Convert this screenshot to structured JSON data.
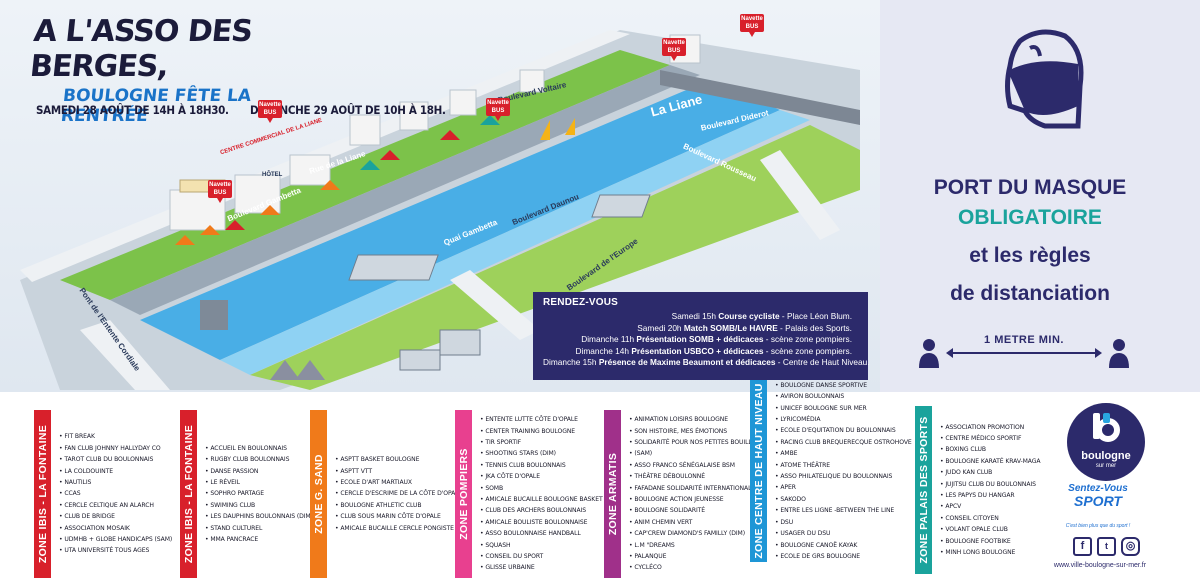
{
  "hero": {
    "line1": "A L'ASSO DES BERGES,",
    "line2": "BOULOGNE FÊTE LA RENTRÉE",
    "date1": "SAMEDI 28 AOÛT DE 14H À 18H30.",
    "date2": "DIMANCHE 29 AOÛT DE 10H À 18H."
  },
  "map": {
    "streets": [
      "Boulevard Voltaire",
      "Boulevard Diderot",
      "Rue de la Liane",
      "Boulevard Gambetta",
      "Quai Gambetta",
      "Boulevard Daunou",
      "Boulevard de l'Europe",
      "Boulevard Rousseau",
      "Pont de l'Entente Cordiale",
      "La Liane"
    ],
    "landmarks": [
      "CENTRE COMMERCIAL DE LA LIANE",
      "HÔTEL"
    ],
    "bus_label": "Navette BUS"
  },
  "rendezvous": {
    "title": "RENDEZ-VOUS",
    "items": [
      {
        "prefix": "Samedi 15h",
        "bold": "Course cycliste",
        "suffix": " - Place Léon Blum."
      },
      {
        "prefix": "Samedi 20h",
        "bold": "Match SOMB/Le HAVRE",
        "suffix": " - Palais des Sports."
      },
      {
        "prefix": "Dimanche 11h",
        "bold": "Présentation SOMB + dédicaces",
        "suffix": " - scène zone pompiers."
      },
      {
        "prefix": "Dimanche 14h",
        "bold": "Présentation USBCO + dédicaces",
        "suffix": " - scène zone pompiers."
      },
      {
        "prefix": "Dimanche 15h",
        "bold": "Présence de Maxime Beaumont et dédicaces",
        "suffix": " - Centre de Haut Niveau."
      }
    ]
  },
  "mask": {
    "line1": "PORT DU MASQUE",
    "line2": "OBLIGATOIRE",
    "line3": "et les règles",
    "line4": "de distanciation",
    "distance": "1 METRE MIN."
  },
  "zones": [
    {
      "title": "ZONE IBIS - LA FONTAINE",
      "color": "#d8202b",
      "items": [
        "FIT BREAK",
        "FAN CLUB JOHNNY HALLYDAY CO",
        "TAROT CLUB DU BOULONNAIS",
        "LA COLDOUINTE",
        "NAUTILIS",
        "CCAS",
        "CERCLE CELTIQUE AN ALARCH",
        "CLUB DE BRIDGE",
        "ASSOCIATION MOSAIK",
        "UDMHB + GLOBE HANDICAPS  (SAM)",
        "UTA  UNIVERSITÉ TOUS AGES"
      ]
    },
    {
      "title": "ZONE IBIS - LA FONTAINE",
      "color": "#d8202b",
      "items": [
        "ACCUEIL EN BOULONNAIS",
        "RUGBY CLUB BOULONNAIS",
        "DANSE PASSION",
        "LE RÉVEIL",
        "SOPHRO PARTAGE",
        "SWIMING CLUB",
        "LES DAUPHINS BOULONNAIS  (DIM)",
        "STAND CULTUREL",
        "MMA PANCRACE"
      ]
    },
    {
      "title": "ZONE G. SAND",
      "color": "#f07a1a",
      "items": [
        "ASPTT BASKET BOULOGNE",
        "ASPTT VTT",
        "ECOLE D'ART MARTIAUX",
        "CERCLE D'ESCRIME DE LA CÔTE D'OPALE",
        "BOULOGNE ATHLETIC CLUB",
        "CLUB SOUS MARIN CÔTE D'OPALE",
        "AMICALE BUCAILLE CERCLE PONGISTE"
      ]
    },
    {
      "title": "ZONE POMPIERS",
      "color": "#e8408f",
      "items": [
        "ENTENTE LUTTE CÔTE D'OPALE",
        "CENTER TRAINING BOULOGNE",
        "TIR SPORTIF",
        "SHOOTING STARS (DIM)",
        "TENNIS CLUB BOULONNAIS",
        "JKA CÔTE D'OPALE",
        "SOMB",
        "AMICALE BUCAILLE BOULOGNE BASKET",
        "CLUB DES ARCHERS BOULONNAIS",
        "AMICALE BOULISTE  BOULONNAISE",
        "ASSO BOULONNAISE HANDBALL",
        "SQUASH",
        "CONSEIL  DU SPORT",
        "GLISSE URBAINE"
      ]
    },
    {
      "title": "ZONE ARMATIS",
      "color": "#a0308a",
      "items": [
        "ANIMATION LOISIRS BOULOGNE",
        "SON HISTOIRE, MES ÉMOTIONS",
        "SOLIDARITÉ POUR NOS PETITES BOUILLES",
        "(SAM)",
        "ASSO FRANCO SÉNÉGALAISE BSM",
        "THÉÂTRE DÉBOULONNÉ",
        "FAFADANE SOLIDARITÉ INTERNATIONALE",
        "BOULOGNE ACTION JEUNESSE",
        "BOULOGNE SOLIDARITÉ",
        "ANIM CHEMIN VERT",
        "CAP'CREW DIAMOND'S FAMILLY  (DIM)",
        "L.M \"DREAMS",
        "PALANQUE",
        "CYCLÉCO"
      ]
    },
    {
      "title": "ZONE CENTRE DE HAUT NIVEAU",
      "color": "#1e96d6",
      "items": [
        "BOULOGNE DANSE SPORTIVE",
        "AVIRON BOULONNAIS",
        "UNICEF  BOULOGNE SUR MER",
        "LYRICOMÉDIA",
        "ECOLE D'EQUITATION DU BOULONNAIS",
        "RACING CLUB BREQUERECQUE OSTROHOVE",
        "AMBE",
        "ATOME  THÉÂTRE",
        "ASSO PHILATELIQUE DU BOULONNAIS",
        "APER",
        "SAKODO",
        "ENTRE LES LIGNE -BETWEEN THE LINE",
        "DSU",
        "USAGER DU DSU",
        "BOULOGNE CANOË KAYAK",
        "ECOLE DE GRS BOULOGNE"
      ]
    },
    {
      "title": "ZONE PALAIS DES SPORTS",
      "color": "#1aa39c",
      "items": [
        "ASSOCIATION PROMOTION",
        "CENTRE MÉDICO SPORTIF",
        "BOXING CLUB",
        "BOULOGNE KARATÉ KRAV-MAGA",
        "JUDO KAN CLUB",
        "JUJITSU CLUB DU BOULONNAIS",
        "LES PAPYS DU HANGAR",
        "APCV",
        "CONSEIL CITOYEN",
        "VOLANT OPALE CLUB",
        "BOULOGNE FOOTBIKE",
        "MINH LONG BOULOGNE"
      ]
    }
  ],
  "brand": {
    "name": "boulogne",
    "sub": "sur mer",
    "slogan1": "Sentez-Vous",
    "slogan2": "SPORT",
    "tagline": "C'est bien plus que du sport !",
    "url": "www.ville-boulogne-sur-mer.fr",
    "social": [
      "facebook-icon",
      "twitter-icon",
      "instagram-icon"
    ]
  },
  "colors": {
    "navy": "#2c2a6b",
    "teal": "#1aa39c",
    "blue": "#1a73c8",
    "red": "#d8202b"
  }
}
